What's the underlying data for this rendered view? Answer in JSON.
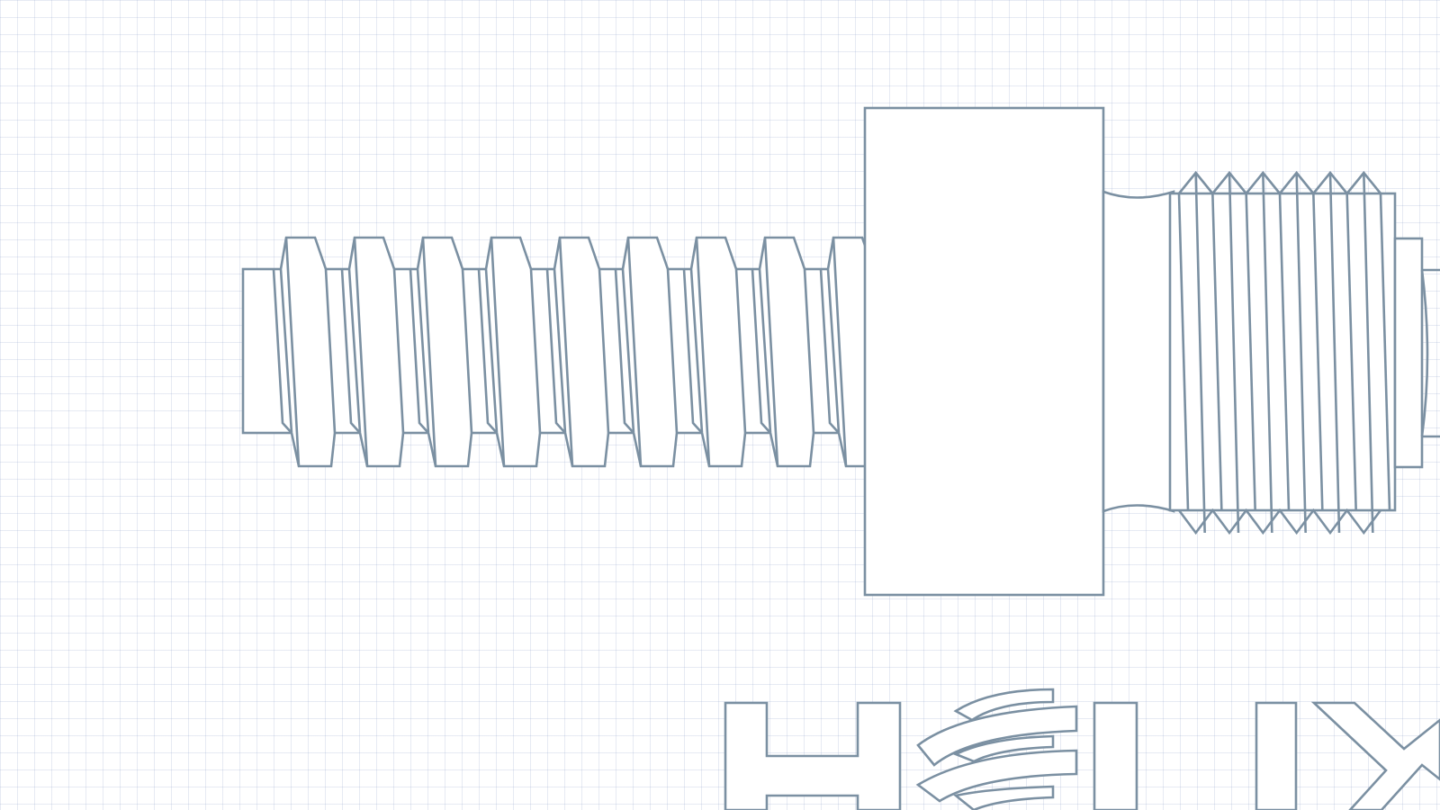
{
  "page": {
    "background": "#ffffff",
    "grid_color": "#dce3ef",
    "line_color": "#7b90a2"
  },
  "drawing": {
    "subject": "threaded-screw-with-nut",
    "left_thread_turns": 9,
    "right_thread_crests": 6
  },
  "logo": {
    "letters": [
      "H",
      "E",
      "L",
      "I",
      "X"
    ],
    "e_icon": "stacked-coil-icon"
  }
}
